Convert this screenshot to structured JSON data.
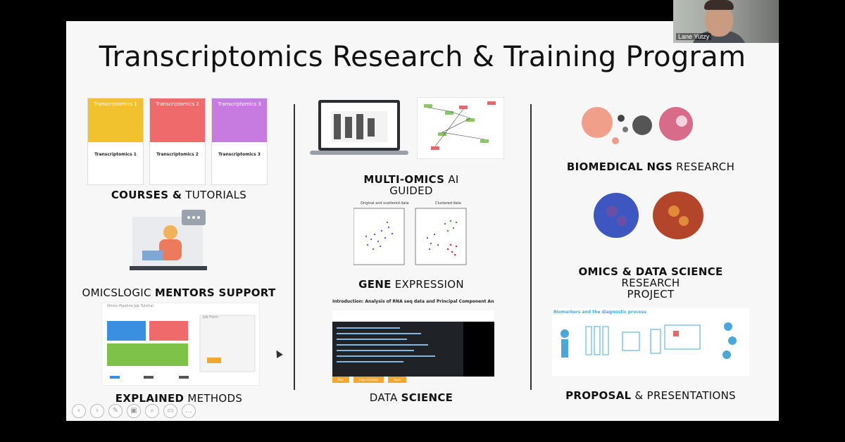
{
  "slide": {
    "title": "Transcriptomics Research & Training Program",
    "captions": {
      "courses_bold": "COURSES &",
      "courses_rest": " TUTORIALS",
      "mentors_rest": "OMICSLOGIC ",
      "mentors_bold": "MENTORS SUPPORT",
      "methods_bold": "EXPLAINED",
      "methods_rest": " METHODS",
      "multiomics_bold": "MULTI-OMICS",
      "multiomics_rest": " AI",
      "multiomics_line2": "GUIDED",
      "gene_bold": "GENE",
      "gene_rest": " EXPRESSION",
      "ds_rest": "DATA ",
      "ds_bold": "SCIENCE",
      "ngs_bold": "BIOMEDICAL NGS",
      "ngs_rest": " RESEARCH",
      "omics_bold": "OMICS & DATA SCIENCE",
      "omics_rest": " RESEARCH",
      "omics_line2": "PROJECT",
      "proposal_bold": "PROPOSAL",
      "proposal_rest": " & PRESENTATIONS"
    },
    "courses": [
      {
        "cover_title": "Transcriptomics 1",
        "name": "Transcriptomics 1",
        "color": "#f2c12e"
      },
      {
        "cover_title": "Transcriptomics 2",
        "name": "Transcriptomics 2",
        "color": "#ef6b6b"
      },
      {
        "cover_title": "Transcriptomics 3",
        "name": "Transcriptomics 3",
        "color": "#c77be0"
      }
    ],
    "scatter_titles": [
      "Original and scattered data",
      "Clustered data"
    ],
    "code_panel": {
      "heading": "Introduction: Analysis of RNA seq data and Principal Component Analy",
      "buttons": [
        "Run",
        "Copy Console",
        "Save"
      ]
    },
    "methods_panel": {
      "title": "Omics Pipeline Job Tutorial",
      "side_title": "Job Form"
    },
    "diagnostic_title": "Biomarkers and the diagnostic process"
  },
  "webcam": {
    "participant_name": "Lane Yutzy"
  }
}
